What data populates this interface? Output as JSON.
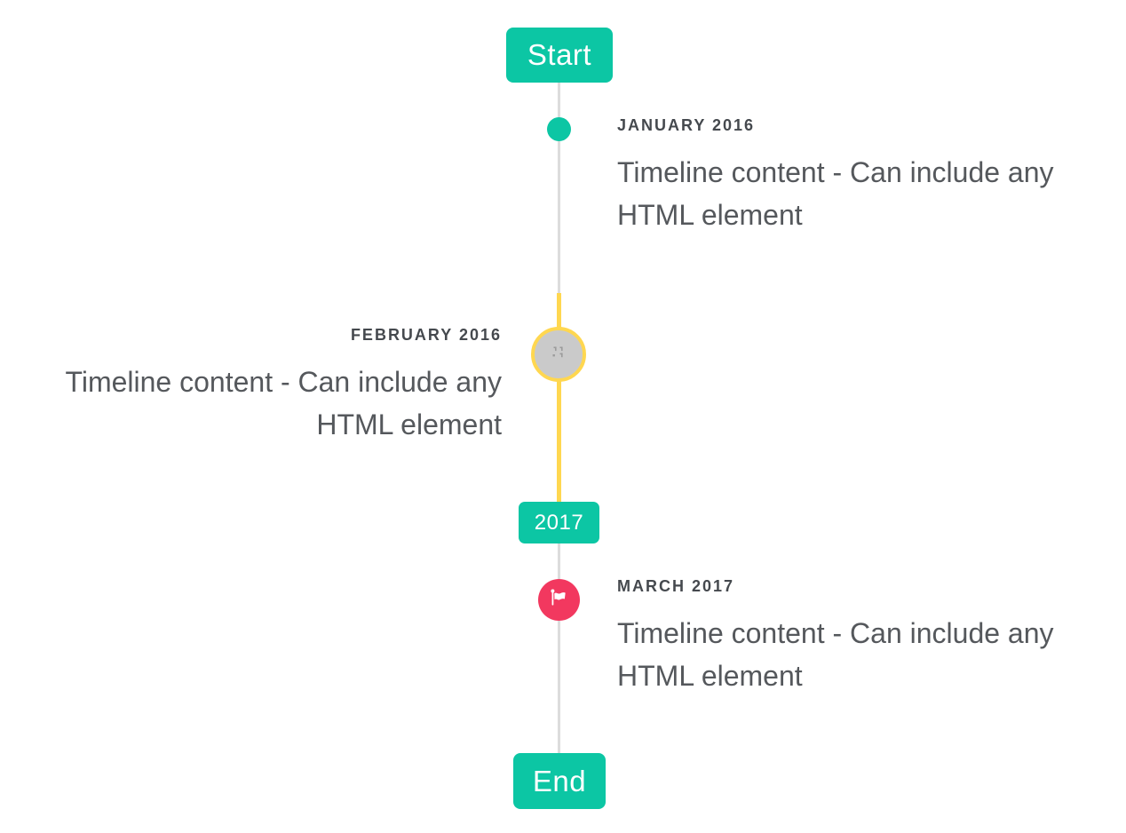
{
  "colors": {
    "teal": "#0cc6a4",
    "yellow": "#ffd750",
    "pink": "#f2385f",
    "line_gray": "#dcdcdc",
    "circle_gray": "#cacaca",
    "title": "#45494e",
    "text": "#55585c"
  },
  "timeline": {
    "start_label": "Start",
    "year_divider_label": "2017",
    "end_label": "End",
    "items": [
      {
        "title": "JANUARY 2016",
        "text": "Timeline content - Can include any\nHTML element",
        "side": "right",
        "marker": "teal-dot"
      },
      {
        "title": "FEBRUARY 2016",
        "text": "Timeline content - Can include any\nHTML element",
        "side": "left",
        "marker": "gray-image-circle-with-yellow-ring"
      },
      {
        "title": "MARCH 2017",
        "text": "Timeline content - Can include any\nHTML element",
        "side": "right",
        "marker": "pink-flag-circle"
      }
    ]
  }
}
